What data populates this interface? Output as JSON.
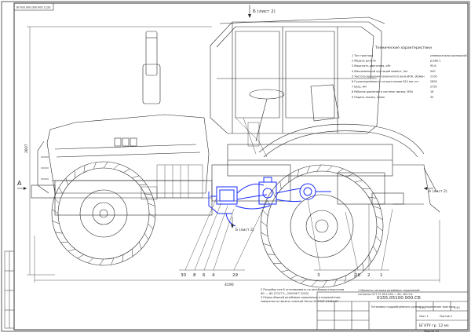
{
  "drawing": {
    "top_code_stamp": "БГ000.000.000.000.12ЭЗ",
    "section_arrow_top": "Б (лист 2)",
    "section_marks": {
      "left": "А",
      "right": "А (лист 2)",
      "bottom": "Б (лист 2)"
    },
    "dims": {
      "height": "2807",
      "length": "4190"
    },
    "callouts": [
      "30",
      "8",
      "6",
      "4",
      "29",
      "3",
      "28",
      "2",
      "1"
    ]
  },
  "spec": {
    "title": "Технические характеристики",
    "rows": [
      {
        "label": "1 Тип трактора",
        "value": "универсально-пропашной"
      },
      {
        "label": "2 Модель дизеля",
        "value": "Д-260.1"
      },
      {
        "label": "3 Мощность двигателя, кВт",
        "value": "95,6"
      },
      {
        "label": "4 Максимальный крутящий момент, Нм",
        "value": "500"
      },
      {
        "label": "5 Частота вращения коленчатого вала ВОК, об/мин",
        "value": "2100"
      },
      {
        "label": "6 Грузоподъёмность на расстоянии 610 мм, кгс",
        "value": "2800"
      },
      {
        "label": "7 Базу, мм",
        "value": "2750"
      },
      {
        "label": "8 Рабочее давление в системе смазки, МПа",
        "value": "16"
      },
      {
        "label": "9 Подача насоса, л/мин",
        "value": "35"
      }
    ]
  },
  "notes": [
    "1 Моменты затяжки резьбовых соединений",
    "согласно ОСТ 37.001.050 — 65...80 Н·м",
    "2 Патрубок поз.6 устанавливать по резьбовым отверстиям",
    "Ф1 — Ф2 (ГОСТ 3—200036 Т-2003)",
    "3 Перед сборкой резьбовые соединения и сопряжённые",
    "поверхности смазать смазкой Литол-24 ГОСТ 21150-87"
  ],
  "title_block": {
    "doc_code": "0155.05100.000.СБ",
    "name": "Установка гидрообъёмного рулевого управления трактора",
    "sheet": "Лист 1",
    "sheets": "Листов 2",
    "format": "Формат А1",
    "org": "БГАТУ гр. 12 мз",
    "mass": "1:10",
    "scale": "1:40"
  },
  "colors": {
    "line": "#2a2a2a",
    "highlight": "#1a2cff",
    "frame": "#333333"
  }
}
